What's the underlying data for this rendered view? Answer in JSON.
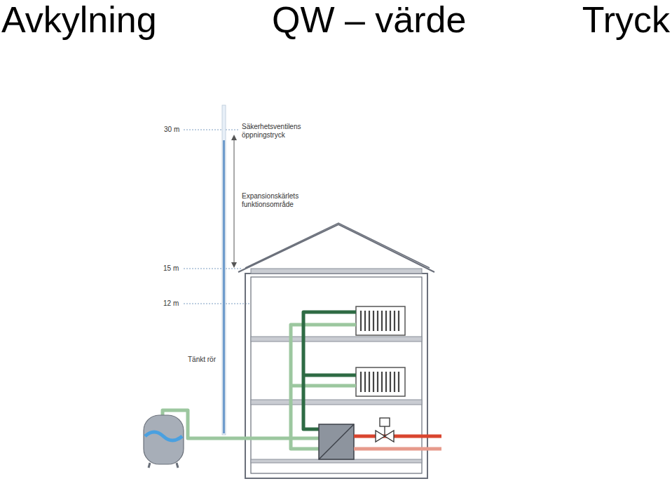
{
  "diagram": {
    "labels": [
      "Avkylning",
      "QW – värde",
      "Tryck",
      "30 m",
      "Säkerhetsventilens öppningstryck",
      "Expansionskärlets funktionsområde",
      "15 m",
      "12 m",
      "Tänkt rör"
    ]
  }
}
